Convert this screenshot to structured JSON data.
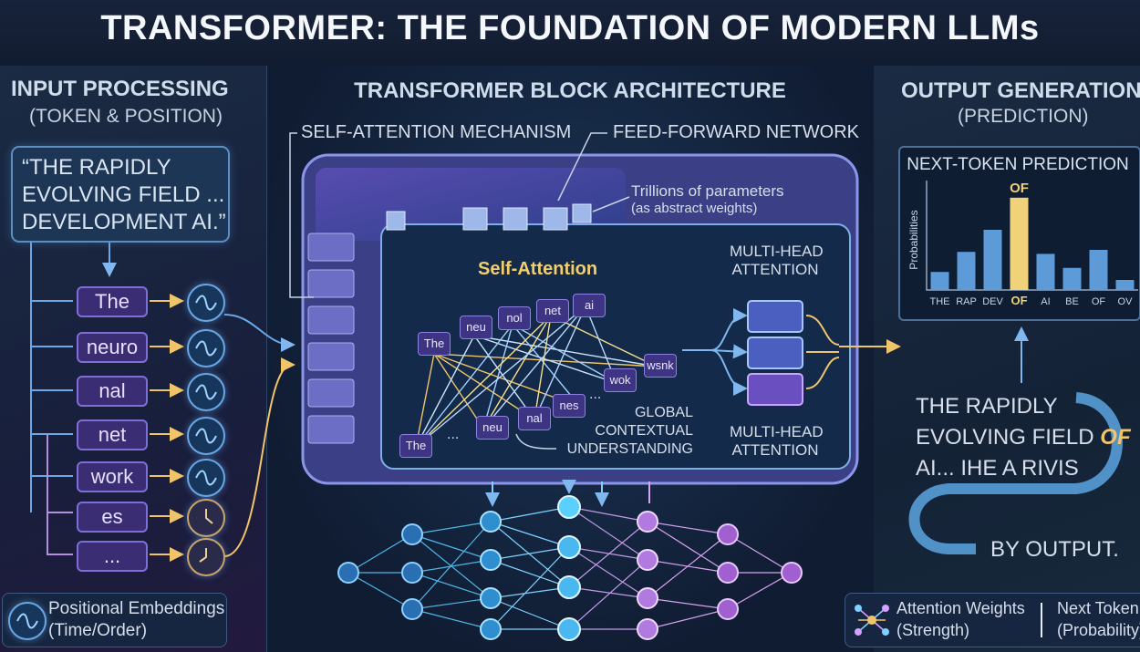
{
  "title": "TRANSFORMER: THE FOUNDATION OF MODERN LLMs",
  "input": {
    "heading": "INPUT PROCESSING",
    "subheading": "(TOKEN & POSITION)",
    "quote": [
      "“THE RAPIDLY",
      "EVOLVING FIELD ...",
      "DEVELOPMENT AI.”"
    ],
    "tokens": [
      "The",
      "neuro",
      "nal",
      "net",
      "work",
      "es",
      "..."
    ],
    "legend": [
      "Positional Embeddings",
      "(Time/Order)"
    ]
  },
  "middle": {
    "heading": "TRANSFORMER BLOCK ARCHITECTURE",
    "self_attention_mechanism": "SELF-ATTENTION MECHANISM",
    "feed_forward_network": "FEED-FORWARD NETWORK",
    "params": [
      "Trillions of parameters",
      "(as abstract weights)"
    ],
    "self_attention": "Self-Attention",
    "multi_head_top": [
      "MULTI-HEAD",
      "ATTENTION"
    ],
    "multi_head_bottom": [
      "MULTI-HEAD",
      "ATTENTION"
    ],
    "global": [
      "GLOBAL",
      "CONTEXTUAL",
      "UNDERSTANDING"
    ],
    "top_tokens": [
      "The",
      "neu",
      "nol",
      "net",
      "ai"
    ],
    "bottom_tokens": [
      "The",
      "...",
      "neu",
      "nal",
      "nes",
      "...",
      "wok",
      "wsnk"
    ]
  },
  "output": {
    "heading": "OUTPUT GENERATION",
    "subheading": "(PREDICTION)",
    "text_lines": [
      "THE RAPIDLY",
      "EVOLVING FIELD",
      "AI... IHE A RIVIS"
    ],
    "highlight": "OF",
    "by_output": "BY OUTPUT.",
    "legend": [
      "Attention Weights",
      "(Strength)",
      "Next Token",
      "(Probability)"
    ]
  },
  "chart_data": {
    "type": "bar",
    "title": "NEXT-TOKEN PREDICTION",
    "ylabel": "Probabilities",
    "categories": [
      "THE",
      "RAP",
      "DEV",
      "OF",
      "AI",
      "BE",
      "OF",
      "OV"
    ],
    "values": [
      0.18,
      0.38,
      0.6,
      0.92,
      0.36,
      0.22,
      0.4,
      0.1
    ],
    "highlight_index": 3,
    "highlight_label": "OF",
    "colors": {
      "bar": "#5c9ad8",
      "highlight": "#f0d27a"
    }
  }
}
